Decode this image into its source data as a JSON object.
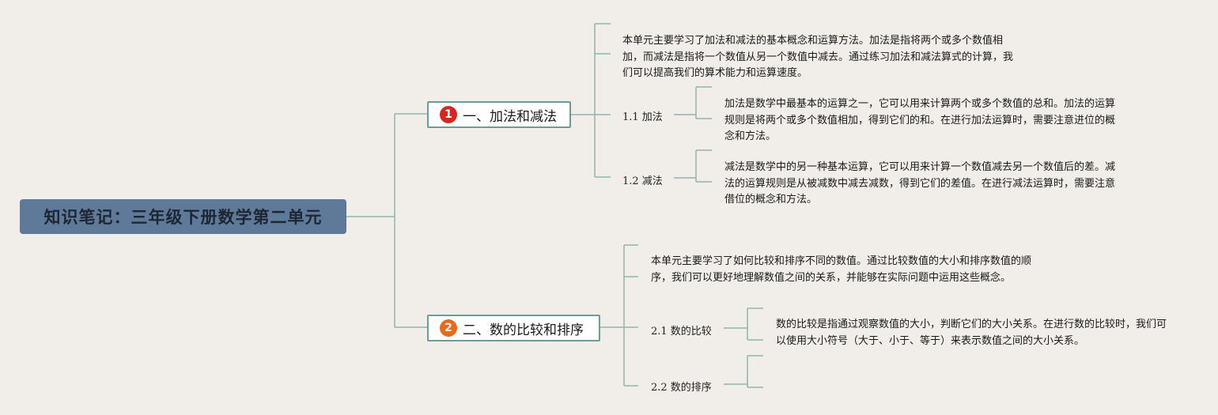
{
  "root": {
    "title": "知识笔记：三年级下册数学第二单元"
  },
  "colors": {
    "background": "#f1ede9",
    "root_fill": "#5f7a98",
    "topic_border": "#6c9c95",
    "line": "#8fb4ad",
    "badge_1": "#d9251d",
    "badge_2": "#e86a1d"
  },
  "topic1": {
    "badge": "1",
    "title": "一、加法和减法",
    "summary": "本单元主要学习了加法和减法的基本概念和运算方法。加法是指将两个或多个数值相加，而减法是指将一个数值从另一个数值中减去。通过练习加法和减法算式的计算，我们可以提高我们的算术能力和运算速度。",
    "sub1": {
      "label": "1.1 加法",
      "note": "加法是数学中最基本的运算之一，它可以用来计算两个或多个数值的总和。加法的运算规则是将两个或多个数值相加，得到它们的和。在进行加法运算时，需要注意进位的概念和方法。"
    },
    "sub2": {
      "label": "1.2 减法",
      "note": "减法是数学中的另一种基本运算，它可以用来计算一个数值减去另一个数值后的差。减法的运算规则是从被减数中减去减数，得到它们的差值。在进行减法运算时，需要注意借位的概念和方法。"
    }
  },
  "topic2": {
    "badge": "2",
    "title": "二、数的比较和排序",
    "summary": "本单元主要学习了如何比较和排序不同的数值。通过比较数值的大小和排序数值的顺序，我们可以更好地理解数值之间的关系，并能够在实际问题中运用这些概念。",
    "sub1": {
      "label": "2.1 数的比较",
      "note": "数的比较是指通过观察数值的大小，判断它们的大小关系。在进行数的比较时，我们可以使用大小符号（大于、小于、等于）来表示数值之间的大小关系。"
    },
    "sub2": {
      "label": "2.2 数的排序"
    }
  }
}
